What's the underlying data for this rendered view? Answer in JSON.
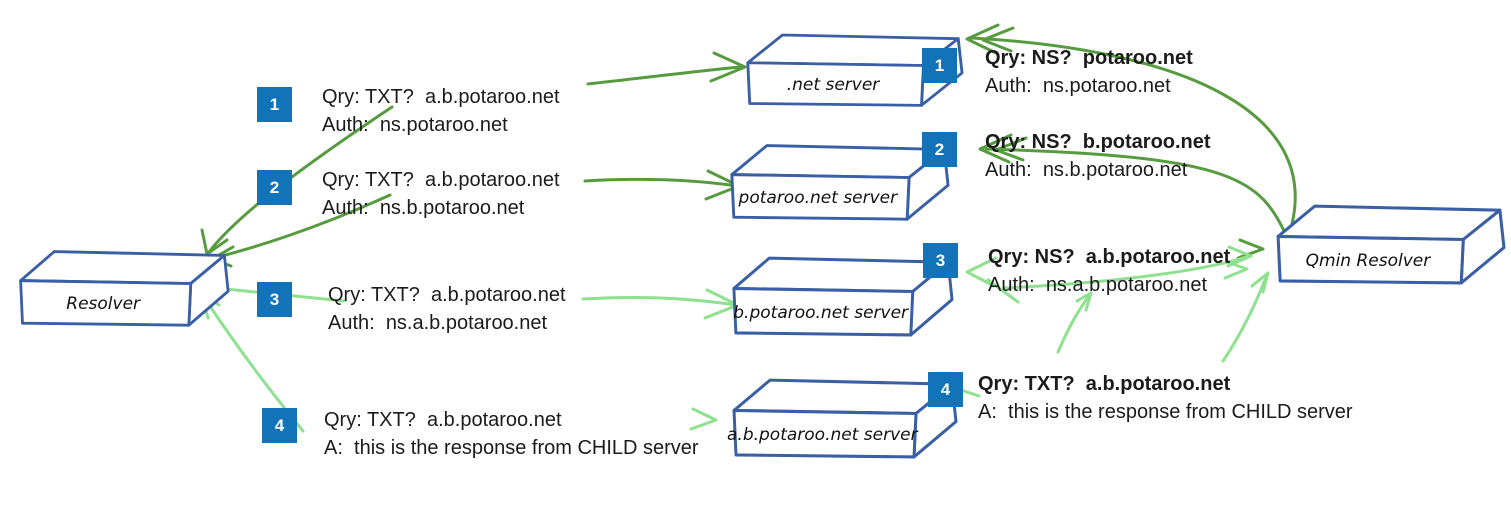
{
  "diagram": {
    "title": "DNS query-name minimisation resolution diagram",
    "resolver": {
      "label": "Resolver"
    },
    "qmin_resolver": {
      "label": "Qmin Resolver"
    },
    "servers": [
      {
        "label": ".net server",
        "badge": "1"
      },
      {
        "label": "potaroo.net server",
        "badge": "2"
      },
      {
        "label": "b.potaroo.net server",
        "badge": "3"
      },
      {
        "label": "a.b.potaroo.net server",
        "badge": "4"
      }
    ],
    "resolver_messages": [
      {
        "badge": "1",
        "line1": "Qry: TXT?  a.b.potaroo.net",
        "line2": "Auth:  ns.potaroo.net"
      },
      {
        "badge": "2",
        "line1": "Qry: TXT?  a.b.potaroo.net",
        "line2": "Auth:  ns.b.potaroo.net"
      },
      {
        "badge": "3",
        "line1": "Qry: TXT?  a.b.potaroo.net",
        "line2": "Auth:  ns.a.b.potaroo.net"
      },
      {
        "badge": "4",
        "line1": "Qry: TXT?  a.b.potaroo.net",
        "line2": "A:  this is the response from CHILD server"
      }
    ],
    "qmin_messages": [
      {
        "badge": "1",
        "line1": "Qry: NS?  potaroo.net",
        "line2": "Auth:  ns.potaroo.net"
      },
      {
        "badge": "2",
        "line1": "Qry: NS?  b.potaroo.net",
        "line2": "Auth:  ns.b.potaroo.net"
      },
      {
        "badge": "3",
        "line1": "Qry: NS?  a.b.potaroo.net",
        "line2": "Auth:  ns.a.b.potaroo.net"
      },
      {
        "badge": "4",
        "line1": "Qry: TXT?  a.b.potaroo.net",
        "line2": "A:  this is the response from CHILD server"
      }
    ],
    "colors": {
      "badge_blue": "#1273B8",
      "box_blue": "#3A5FA5",
      "arrow_dark_green": "#579B40",
      "arrow_light_green": "#8FE08F",
      "text": "#1B1B1B"
    }
  }
}
